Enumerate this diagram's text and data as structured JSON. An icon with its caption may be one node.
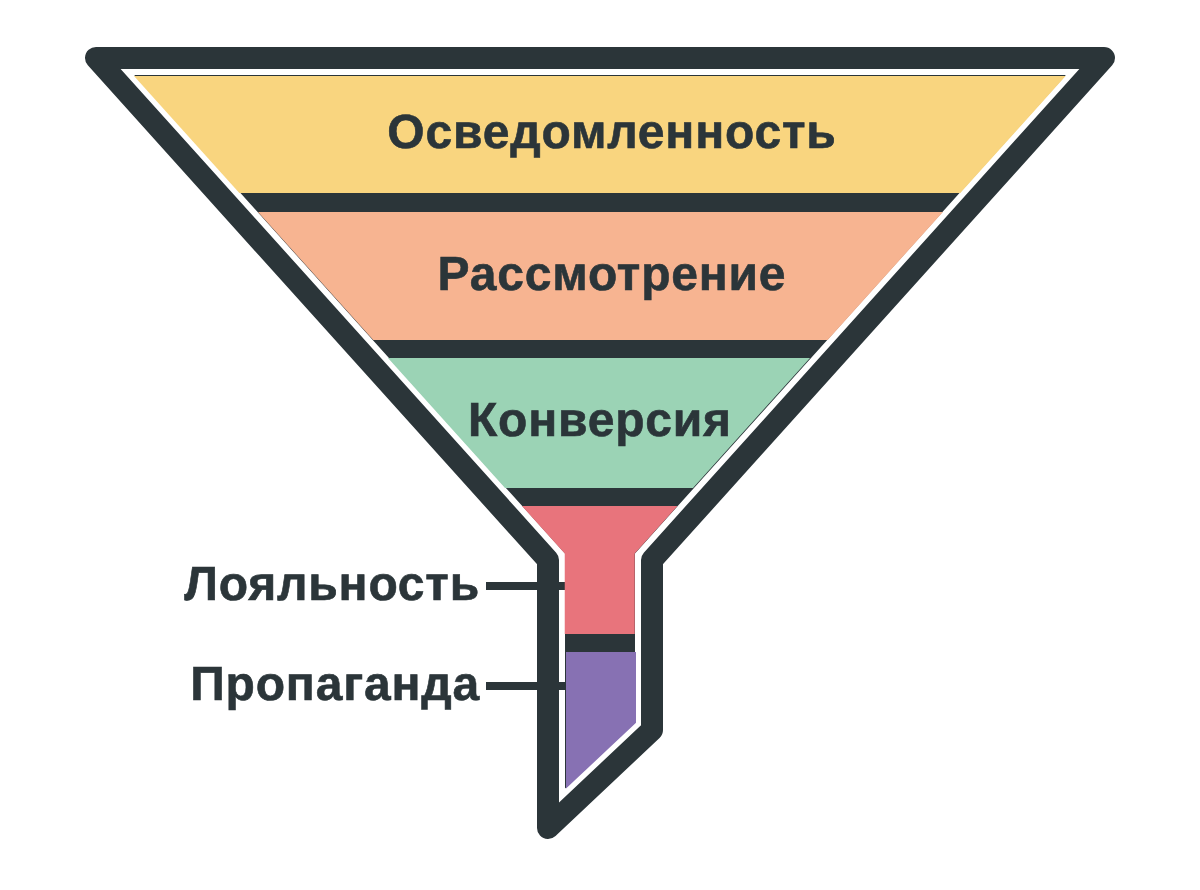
{
  "diagram": {
    "nodes": [
      {
        "text": [
          "Осведомленность"
        ]
      },
      {
        "text": [
          "Рассмотрение"
        ]
      },
      {
        "text": [
          "Конверсия"
        ]
      },
      {
        "text": [
          "Лояльность"
        ]
      },
      {
        "text": [],
        "shape": "band"
      },
      {
        "text": [
          "Пропаганда"
        ]
      },
      {
        "text": [],
        "shape": "band"
      }
    ],
    "edges": [
      {
        "from": 3,
        "to": 4,
        "arrow": "none"
      },
      {
        "from": 5,
        "to": 6,
        "arrow": "none"
      }
    ]
  }
}
